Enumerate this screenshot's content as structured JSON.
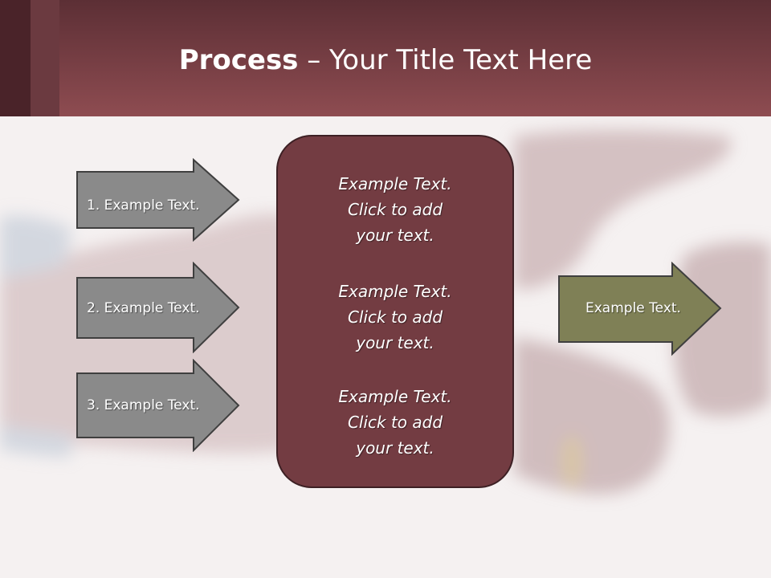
{
  "title": {
    "bold": "Process",
    "rest": " – Your Title Text Here"
  },
  "inputs": [
    {
      "label": "1. Example Text."
    },
    {
      "label": "2. Example Text."
    },
    {
      "label": "3. Example Text."
    }
  ],
  "center": {
    "blocks": [
      {
        "line1": "Example Text.",
        "line2": "Click  to add",
        "line3": "your text."
      },
      {
        "line1": "Example Text.",
        "line2": "Click  to add",
        "line3": "your text."
      },
      {
        "line1": "Example Text.",
        "line2": "Click  to add",
        "line3": "your text."
      }
    ]
  },
  "output": {
    "label": "Example Text."
  },
  "colors": {
    "header": "#8e4c51",
    "input_arrow": "#8a8a8a",
    "center_box": "#733c42",
    "output_arrow": "#7f8056"
  }
}
